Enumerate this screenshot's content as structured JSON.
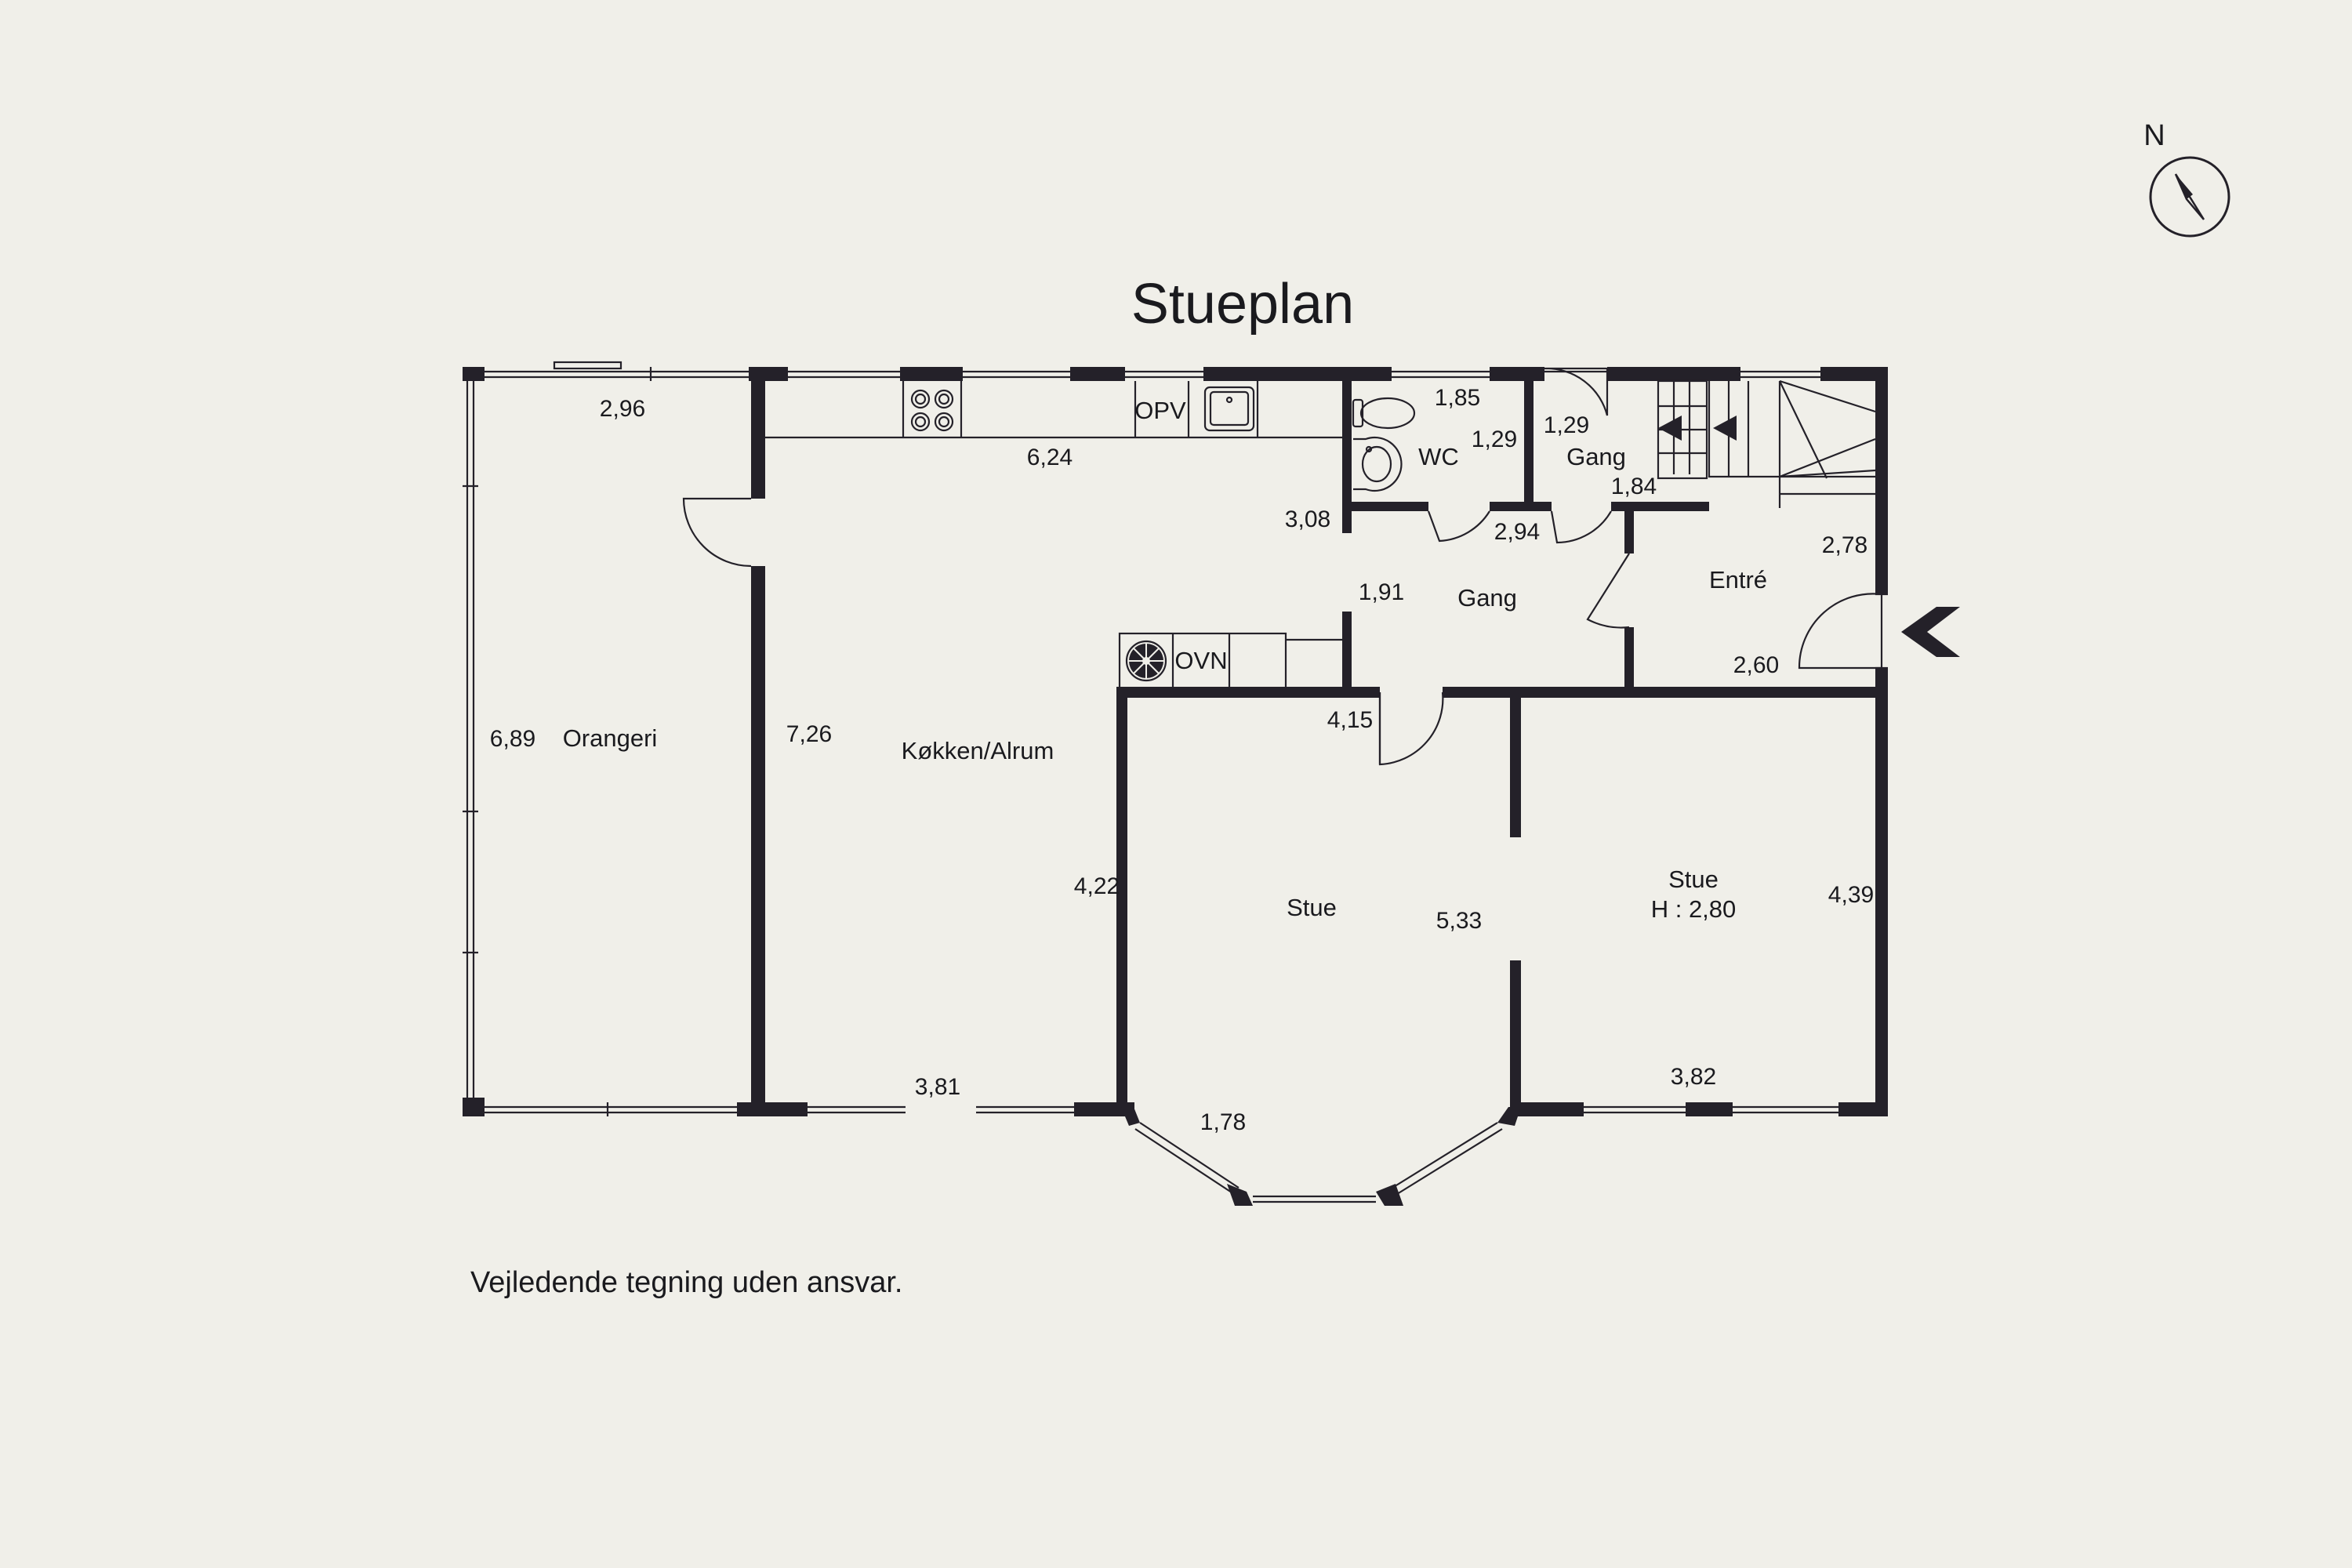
{
  "title": "Stueplan",
  "compass": {
    "north_label": "N",
    "icon": "compass-icon"
  },
  "rooms": {
    "orangeri": "Orangeri",
    "kokken": "Køkken/Alrum",
    "wc": "WC",
    "gang_small": "Gang",
    "gang": "Gang",
    "entre": "Entré",
    "stue_left": "Stue",
    "stue_right": "Stue",
    "stue_right_height": "H : 2,80"
  },
  "fixtures": {
    "opv": "OPV",
    "ovn": "OVN"
  },
  "dimensions": {
    "orangeri_width": "2,96",
    "orangeri_length": "6,89",
    "kokken_top": "6,24",
    "kokken_length": "7,26",
    "kokken_bottom": "3,81",
    "kokken_step": "3,08",
    "wc_width": "1,85",
    "wc_depth": "1,29",
    "gang_small_width": "1,29",
    "gang_small_depth": "1,84",
    "gang_width": "2,94",
    "gang_depth": "1,91",
    "entre_depth": "2,78",
    "entre_width": "2,60",
    "stue_left_depth": "4,15",
    "stue_left_side": "4,22",
    "stue_total": "5,33",
    "bay": "1,78",
    "stue_right_width": "3,82",
    "stue_right_depth": "4,39"
  },
  "note": "Vejledende tegning uden ansvar."
}
